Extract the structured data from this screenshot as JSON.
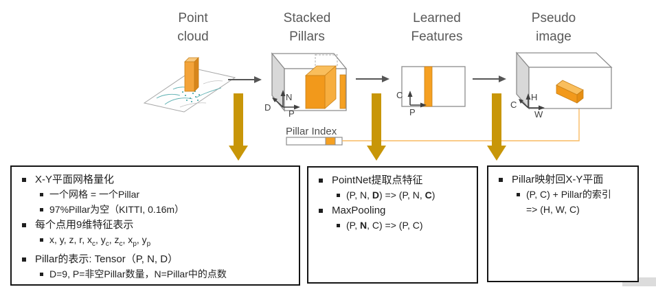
{
  "stages": [
    {
      "label": "Point\ncloud"
    },
    {
      "label": "Stacked\nPillars"
    },
    {
      "label": "Learned\nFeatures"
    },
    {
      "label": "Pseudo\nimage"
    }
  ],
  "diagram": {
    "pillar_index_label": "Pillar Index",
    "axes": {
      "stacked": {
        "up": "N",
        "right": "P",
        "depth": "D"
      },
      "learned": {
        "up": "C",
        "right": "P"
      },
      "pseudo": {
        "up": "H",
        "right": "W",
        "depth": "C"
      }
    },
    "colors": {
      "accent_orange": "#F5A022",
      "accent_orange_dark": "#E68E12",
      "accent_orange_light": "#F9BE5C",
      "golden_arrow": "#C89608",
      "connector_orange": "#F9BA60",
      "title_gray": "#595959",
      "flow_arrow_gray": "#555555",
      "cube_face_gray": "#D8D8D8"
    }
  },
  "boxes": [
    {
      "items": [
        {
          "level": 1,
          "parts": [
            {
              "t": "X-Y平面网格量化"
            }
          ]
        },
        {
          "level": 2,
          "parts": [
            {
              "t": "一个网格 = 一个Pillar"
            }
          ]
        },
        {
          "level": 2,
          "parts": [
            {
              "t": "97%Pillar为空（KITTI, 0.16m）"
            }
          ]
        },
        {
          "level": 1,
          "parts": [
            {
              "t": "每个点用9维特征表示"
            }
          ]
        },
        {
          "level": 2,
          "parts": [
            {
              "t": "x, y, z, r, x"
            },
            {
              "t": "c",
              "s": true
            },
            {
              "t": ", y"
            },
            {
              "t": "c",
              "s": true
            },
            {
              "t": ", z"
            },
            {
              "t": "c",
              "s": true
            },
            {
              "t": ", x"
            },
            {
              "t": "p",
              "s": true
            },
            {
              "t": ", y"
            },
            {
              "t": "p",
              "s": true
            }
          ]
        },
        {
          "level": 1,
          "parts": [
            {
              "t": "Pillar的表示: Tensor（P, N, D）"
            }
          ]
        },
        {
          "level": 2,
          "parts": [
            {
              "t": "D=9, P=非空Pillar数量，N=Pillar中的点数"
            }
          ]
        }
      ]
    },
    {
      "items": [
        {
          "level": 1,
          "parts": [
            {
              "t": "PointNet提取点特征"
            }
          ]
        },
        {
          "level": 2,
          "parts": [
            {
              "t": "(P, N, "
            },
            {
              "t": "D",
              "b": true
            },
            {
              "t": ")  => (P, N, "
            },
            {
              "t": "C",
              "b": true
            },
            {
              "t": ")"
            }
          ]
        },
        {
          "level": 1,
          "parts": [
            {
              "t": "MaxPooling"
            }
          ]
        },
        {
          "level": 2,
          "parts": [
            {
              "t": "(P, "
            },
            {
              "t": "N",
              "b": true
            },
            {
              "t": ", C) => (P, C)"
            }
          ]
        }
      ]
    },
    {
      "items": [
        {
          "level": 1,
          "parts": [
            {
              "t": "Pillar映射回X-Y平面"
            }
          ]
        },
        {
          "level": 2,
          "parts": [
            {
              "t": "(P, C) + Pillar的索引"
            }
          ]
        },
        {
          "level": 2,
          "bullet": false,
          "parts": [
            {
              "t": "=> (H, W, C)"
            }
          ]
        }
      ]
    }
  ]
}
